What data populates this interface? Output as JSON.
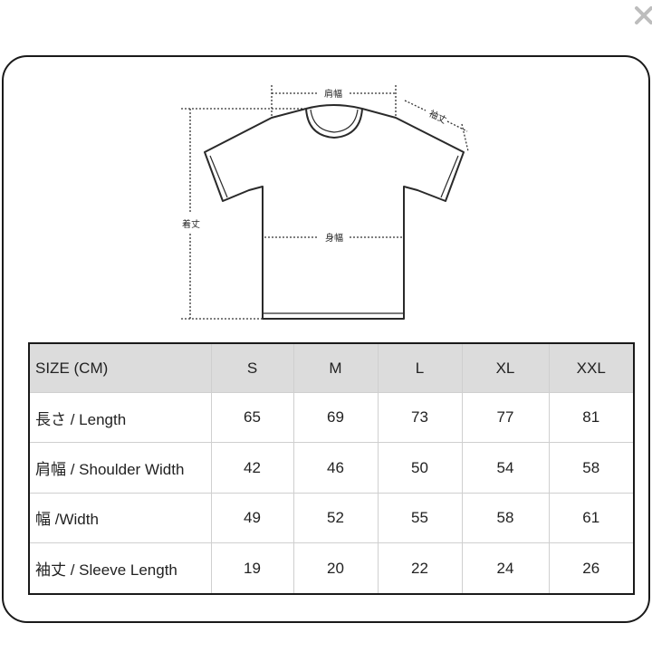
{
  "diagram": {
    "shoulder_label": "肩幅",
    "sleeve_label": "袖丈",
    "length_label": "着丈",
    "body_label": "身幅"
  },
  "table": {
    "corner_label": "SIZE (CM)",
    "sizes": [
      "S",
      "M",
      "L",
      "XL",
      "XXL"
    ],
    "rows": [
      {
        "label": "長さ / Length",
        "values": [
          "65",
          "69",
          "73",
          "77",
          "81"
        ]
      },
      {
        "label": "肩幅 / Shoulder Width",
        "values": [
          "42",
          "46",
          "50",
          "54",
          "58"
        ]
      },
      {
        "label": "幅 /Width",
        "values": [
          "49",
          "52",
          "55",
          "58",
          "61"
        ]
      },
      {
        "label": "袖丈 / Sleeve Length",
        "values": [
          "19",
          "20",
          "22",
          "24",
          "26"
        ]
      }
    ]
  },
  "colors": {
    "header_bg": "#dcdcdc",
    "border": "#1a1a1a",
    "close_icon": "#bdbdbd"
  }
}
